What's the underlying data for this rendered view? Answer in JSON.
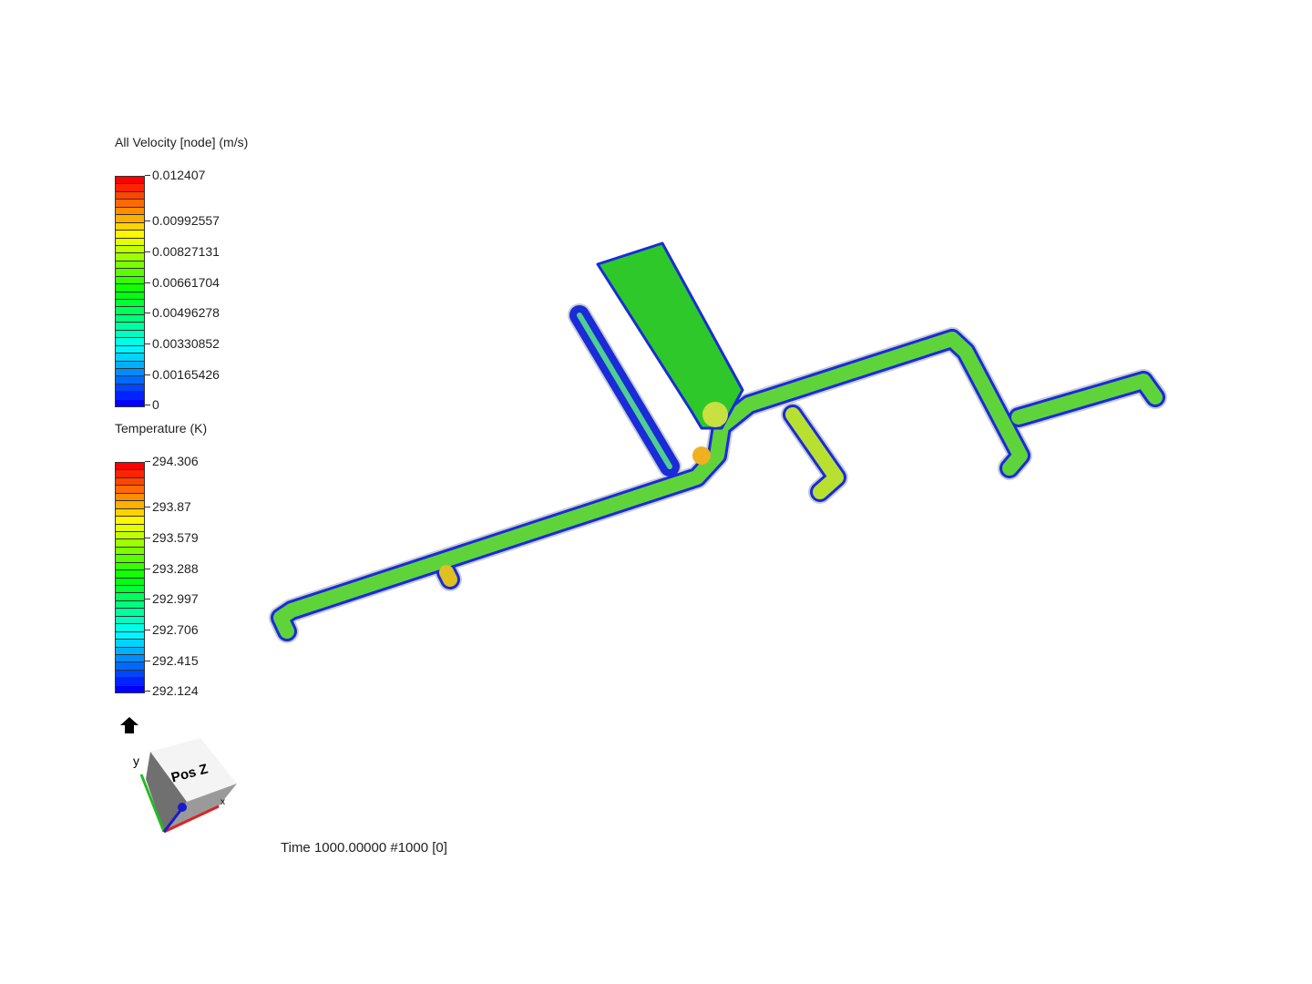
{
  "velocity_legend": {
    "title": "All Velocity [node] (m/s)",
    "ticks": [
      "0.012407",
      "0.00992557",
      "0.00827131",
      "0.00661704",
      "0.00496278",
      "0.00330852",
      "0.00165426",
      "0"
    ]
  },
  "temperature_legend": {
    "title": "Temperature (K)",
    "ticks": [
      "294.306",
      "293.87",
      "293.579",
      "293.288",
      "292.997",
      "292.706",
      "292.415",
      "292.124"
    ]
  },
  "orientation_cube": {
    "face_label": "Pos Z",
    "axis_y": "y",
    "axis_x": "x"
  },
  "status": {
    "time_label": "Time 1000.00000  #1000 [0]"
  },
  "colors": {
    "low": "#0000ff",
    "high": "#ff0000",
    "flow": "#33cc22"
  }
}
